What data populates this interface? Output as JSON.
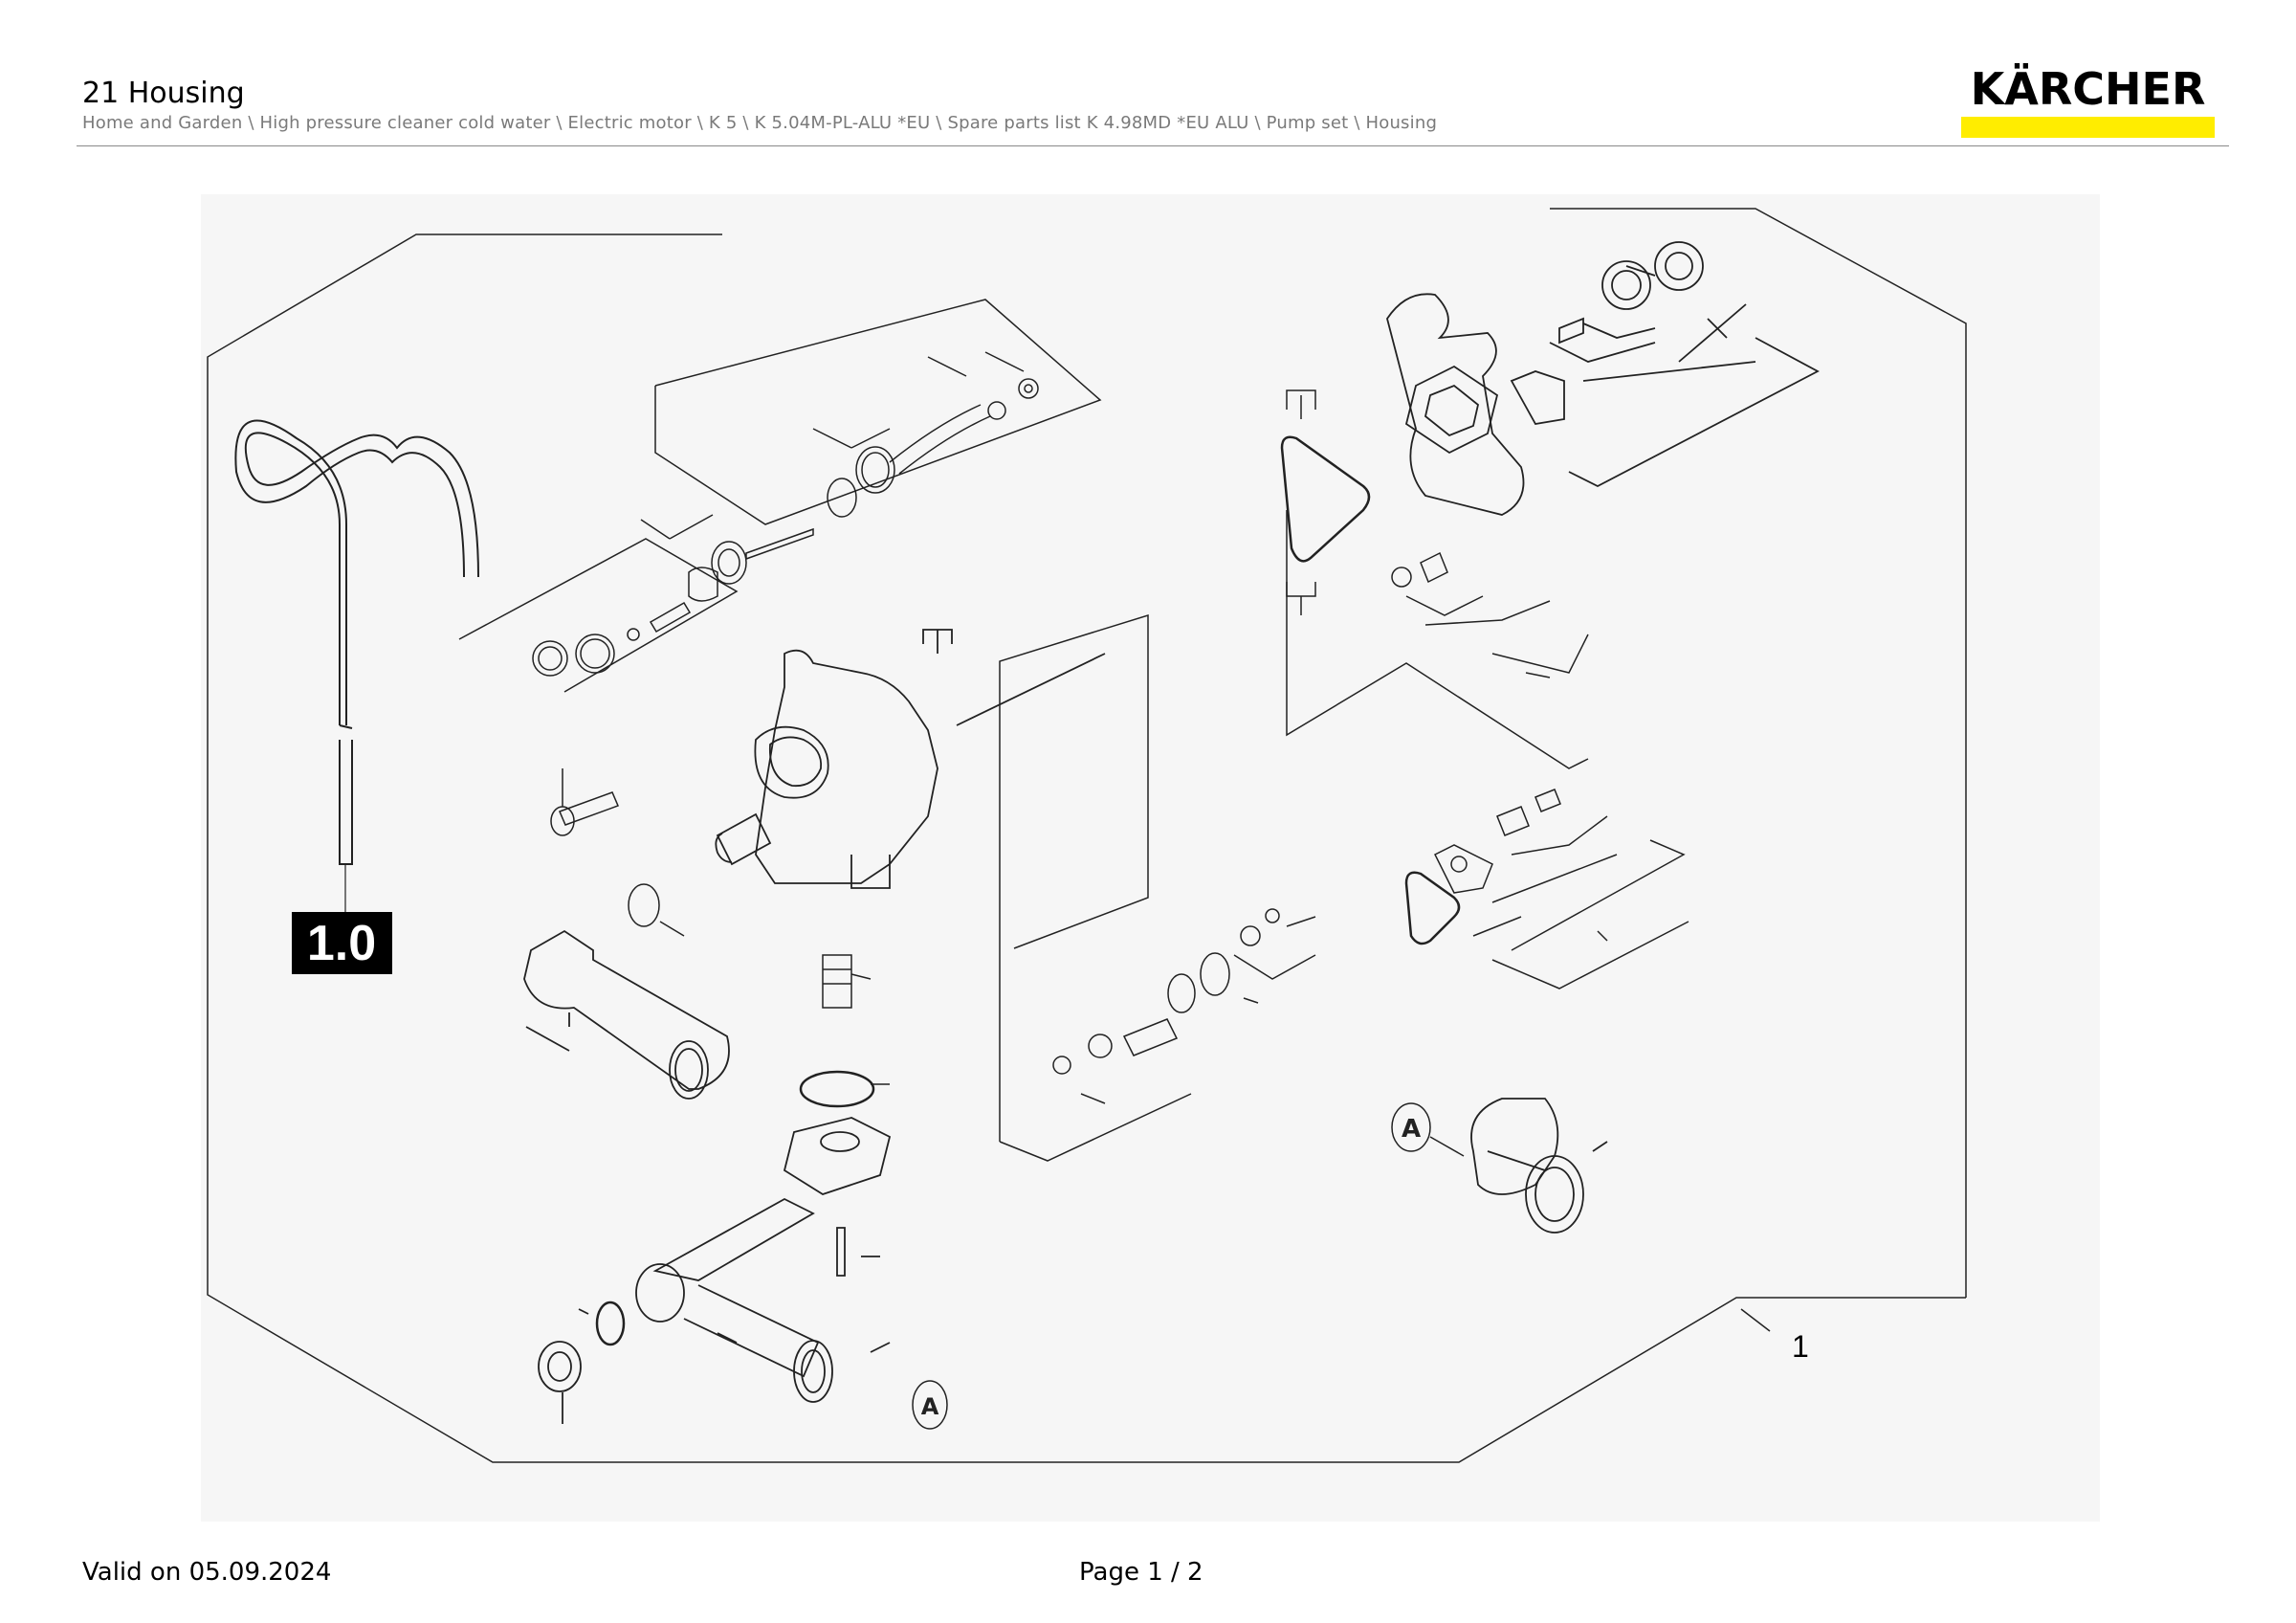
{
  "header": {
    "title": "21 Housing",
    "breadcrumb": "Home and Garden \\ High pressure cleaner cold water \\ Electric motor \\ K 5 \\ K 5.04M-PL-ALU *EU \\ Spare parts list K 4.98MD *EU ALU \\ Pump set \\ Housing",
    "brand": "KÄRCHER",
    "brand_bar_color": "#ffed00"
  },
  "drawing": {
    "section_badge": "1.0",
    "assembly_label": "1",
    "marker_a_top": "A",
    "marker_a_bottom": "A"
  },
  "footer": {
    "valid_text": "Valid on 05.09.2024",
    "page_text": "Page 1 / 2"
  }
}
